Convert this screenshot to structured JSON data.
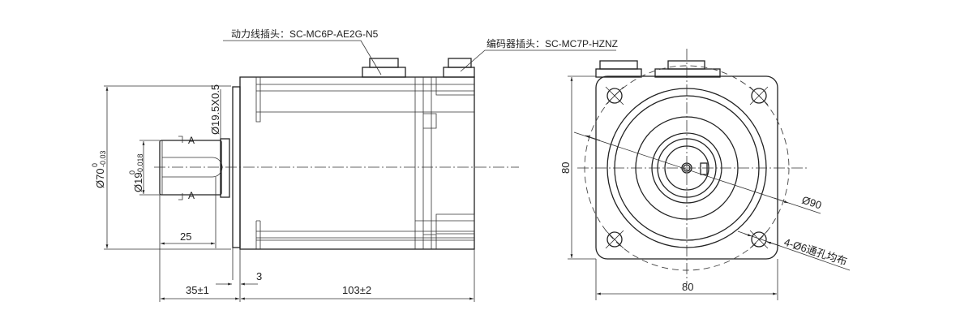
{
  "callouts": {
    "power_connector": "动力线插头：SC-MC6P-AE2G-N5",
    "encoder_connector": "编码器插头：SC-MC7P-HZNZ"
  },
  "side_view": {
    "pilot_diameter": "Ø70",
    "pilot_tol_upper": "0",
    "pilot_tol_lower": "-0.03",
    "shaft_diameter": "Ø19",
    "shaft_tol_upper": "0",
    "shaft_tol_lower": "-0.018",
    "chamfer": "Ø19.5X0.5",
    "section_mark": "A",
    "key_length": "25",
    "flange_thickness": "3",
    "shaft_length": "35±1",
    "body_length": "103±2"
  },
  "front_view": {
    "height": "80",
    "width": "80",
    "bolt_circle": "Ø90",
    "holes": "4-Ø6通孔均布"
  }
}
